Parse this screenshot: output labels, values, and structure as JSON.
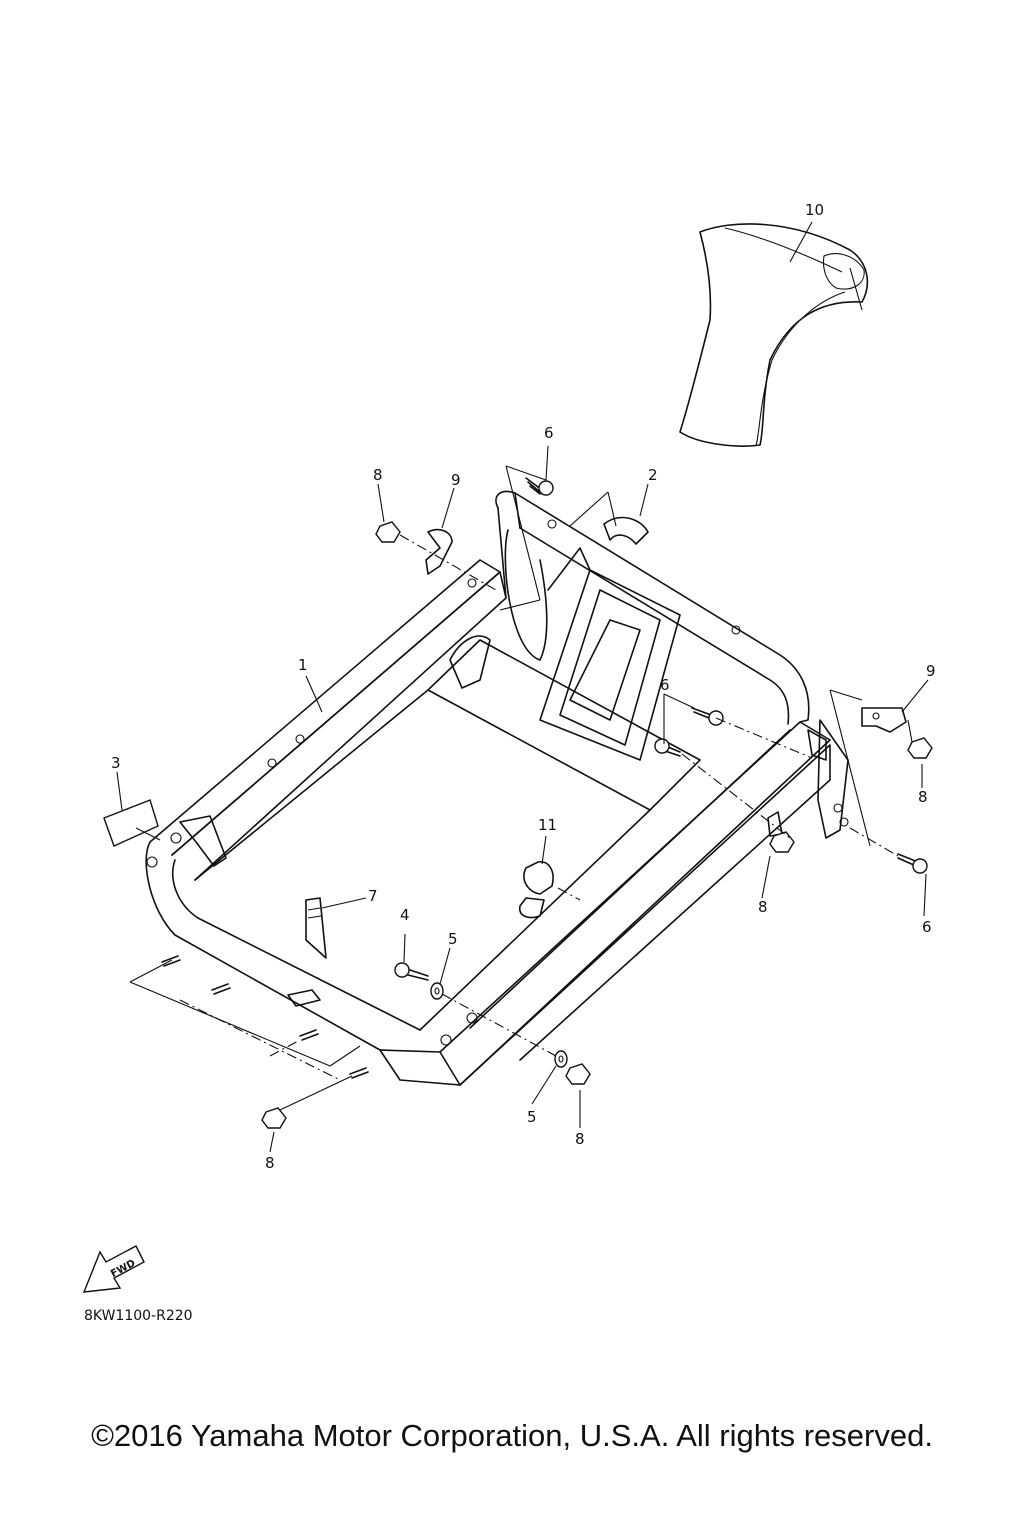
{
  "callouts": {
    "c1": "1",
    "c2": "2",
    "c3": "3",
    "c4": "4",
    "c5a": "5",
    "c5b": "5",
    "c6a": "6",
    "c6b": "6",
    "c6c": "6",
    "c7": "7",
    "c8a": "8",
    "c8b": "8",
    "c8c": "8",
    "c8d": "8",
    "c8e": "8",
    "c9a": "9",
    "c9b": "9",
    "c10": "10",
    "c11": "11"
  },
  "fwd_label": "FWD",
  "diagram_code": "8KW1100-R220",
  "copyright": "©2016 Yamaha Motor Corporation, U.S.A. All rights reserved."
}
